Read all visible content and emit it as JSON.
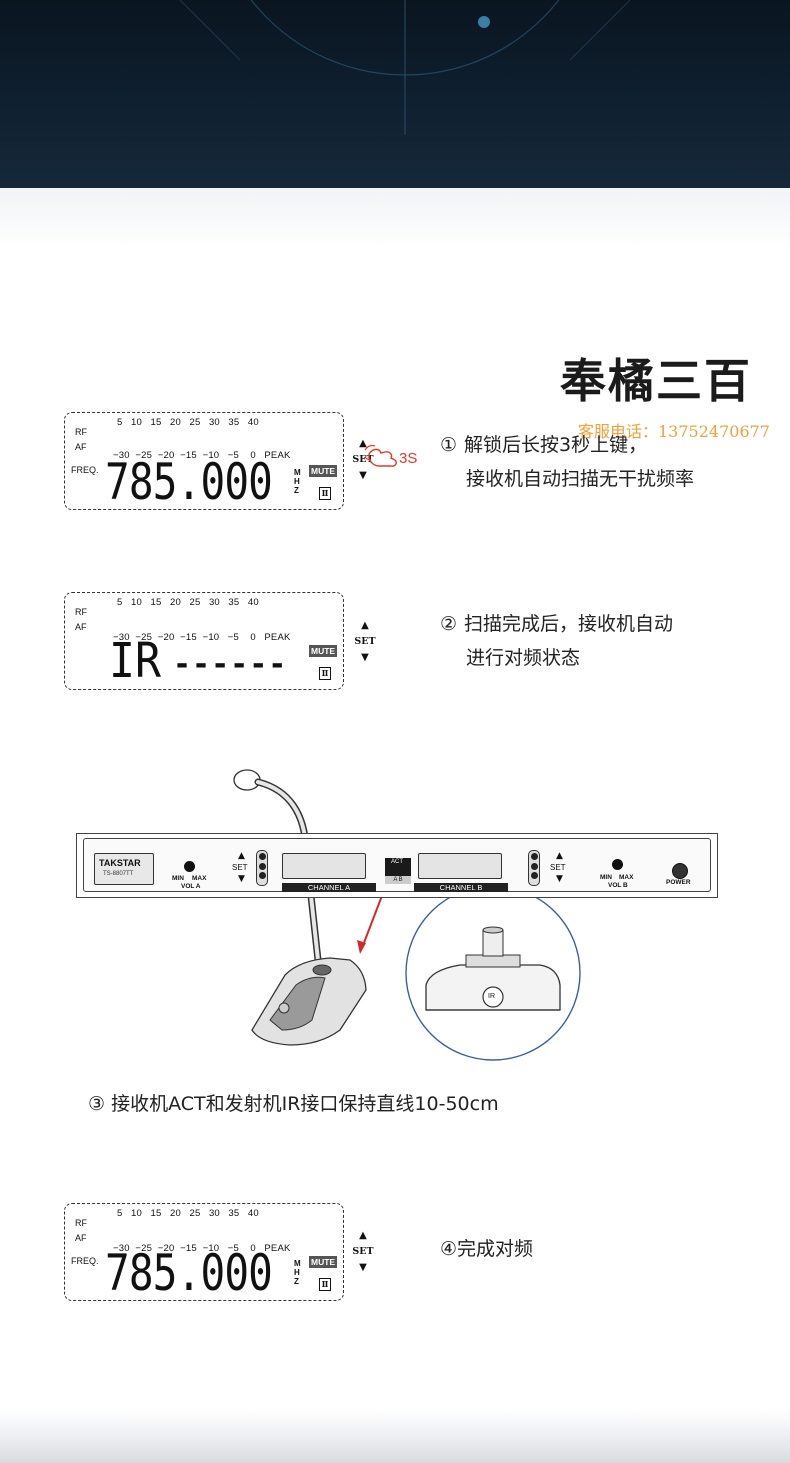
{
  "brand": {
    "name": "奉橘三百",
    "phone": "客服电话：13752470677"
  },
  "lcd_common": {
    "rf": "RF",
    "af": "AF",
    "scale_top": "5   10   15   20   25   30   35   40",
    "scale_bottom": "−30  −25  −20  −15  −10   −5    0   PEAK",
    "freq_label": "FREQ.",
    "mhz": "M H Z",
    "mute": "MUTE",
    "two": "Ⅱ",
    "set": "SET"
  },
  "lcd1": {
    "frequency": "785.000"
  },
  "lcd2": {
    "ir": "IR",
    "dashes": "------"
  },
  "lcd4": {
    "frequency": "785.000"
  },
  "hand_hint": "3S",
  "steps": {
    "s1_num": "①",
    "s1_line1": "解锁后长按3秒上键，",
    "s1_line2": "接收机自动扫描无干扰频率",
    "s2_num": "②",
    "s2_line1": "扫描完成后，接收机自动",
    "s2_line2": "进行对频状态",
    "s3": "③ 接收机ACT和发射机IR接口保持直线10-50cm",
    "s4": "④完成对频"
  },
  "device": {
    "brand": "TAKSTAR",
    "model": "TS-8807TT",
    "min": "MIN",
    "max": "MAX",
    "vol_a": "VOL A",
    "vol_b": "VOL B",
    "set": "SET",
    "channel_a": "CHANNEL A",
    "channel_b": "CHANNEL B",
    "act": "ACT",
    "ab": "A  B",
    "power": "POWER",
    "ir": "IR"
  }
}
